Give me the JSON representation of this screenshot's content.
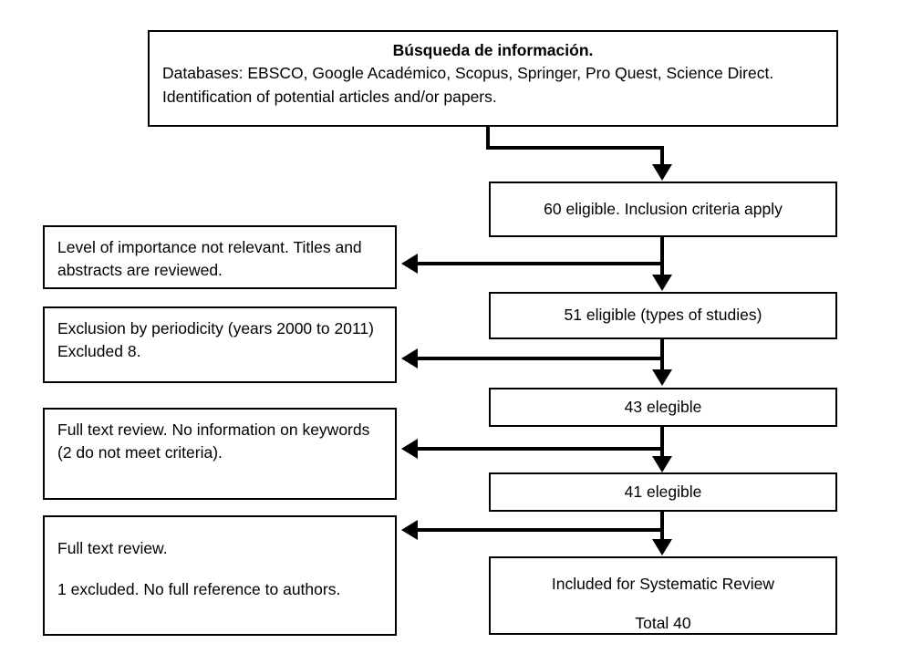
{
  "diagram": {
    "title": "Búsqueda de información.",
    "source_box": {
      "heading": "Búsqueda de información.",
      "body": "Databases: EBSCO, Google Académico, Scopus, Springer, Pro Quest, Science Direct. Identification of potential articles and/or papers."
    },
    "flow_nodes": [
      {
        "id": "n1",
        "label": "60 eligible.  Inclusion criteria apply",
        "count": 60
      },
      {
        "id": "n2",
        "label": "51 eligible  (types of studies)",
        "count": 51
      },
      {
        "id": "n3",
        "label": "43 elegible",
        "count": 43
      },
      {
        "id": "n4",
        "label": "41 elegible",
        "count": 41
      },
      {
        "id": "n5",
        "line1": "Included for Systematic Review",
        "line2": "Total 40",
        "count": 40
      }
    ],
    "exclusion_nodes": [
      {
        "id": "e1",
        "label": "Level of importance not relevant. Titles and abstracts are reviewed."
      },
      {
        "id": "e2",
        "label": "Exclusion by periodicity (years 2000 to 2011) Excluded 8."
      },
      {
        "id": "e3",
        "label": "Full text review. No information on keywords (2 do not meet criteria)."
      },
      {
        "id": "e4",
        "line1": "Full text review.",
        "line2": "1 excluded. No full reference to authors."
      }
    ],
    "colors": {
      "stroke": "#000000",
      "fill": "#ffffff",
      "text": "#000000"
    }
  }
}
